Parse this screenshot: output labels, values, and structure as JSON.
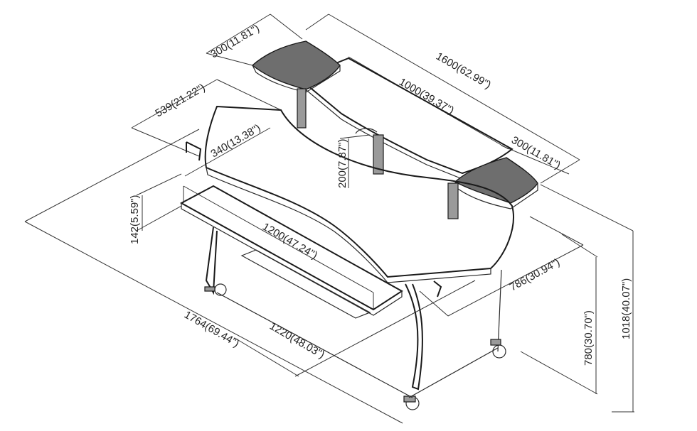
{
  "dimensions": {
    "side_width_top": "300(11.81\")",
    "total_width": "1600(62.99\")",
    "middle_width": "1000(39.37\")",
    "side_width_right": "300(11.81\")",
    "top_depth": "539(21.22\")",
    "inner_depth": "340(13.38\")",
    "riser_height": "200(7.87\")",
    "keyboard_height": "142(5.59\")",
    "keyboard_width": "1200(47.24\")",
    "desk_depth": "786(30.94\")",
    "desk_height": "780(30.70\")",
    "total_height": "1018(40.07\")",
    "total_length": "1764(69.44\")",
    "base_width": "1220(48.03\")"
  },
  "colors": {
    "line": "#2a2a2a",
    "pad_fill": "#6e6e6e",
    "panel_fill": "#9a9a9a",
    "background": "#ffffff"
  }
}
